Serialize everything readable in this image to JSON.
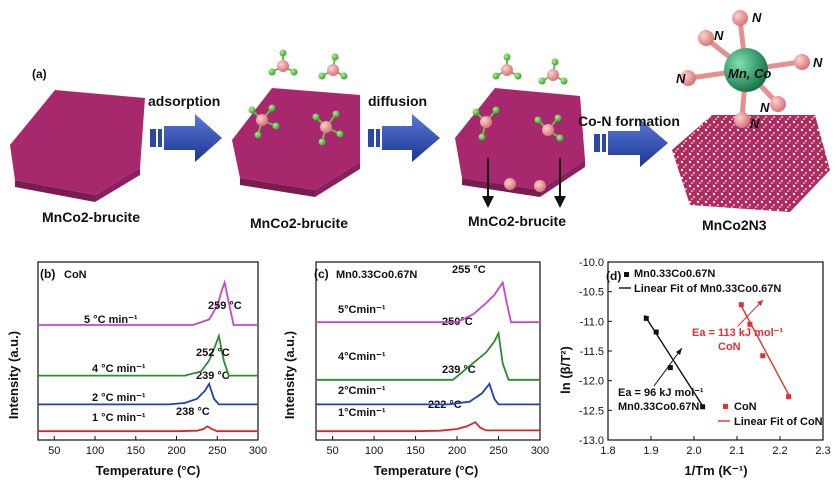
{
  "panel_a": {
    "label": "(a)",
    "steps": [
      "adsorption",
      "diffusion",
      "Co-N formation"
    ],
    "captions": [
      "MnCo2-brucite",
      "MnCo2-brucite",
      "MnCo2-brucite",
      "MnCo2N3"
    ],
    "complex_center": "Mn, Co",
    "ligand": "N",
    "colors": {
      "plate": "#a8286e",
      "plate_edge": "#7a1c50",
      "arrow": "#2a48a8",
      "atom_pink": "#e58f8f",
      "atom_green": "#52c23a",
      "center": "#1f8a5a"
    }
  },
  "chart_data": [
    {
      "type": "line",
      "panel": "(b)",
      "title": "CoN",
      "xlabel": "Temperature (°C)",
      "ylabel": "Intensity (a.u.)",
      "xlim": [
        30,
        300
      ],
      "xticks": [
        50,
        100,
        150,
        200,
        250,
        300
      ],
      "series": [
        {
          "name": "1 °C min⁻¹",
          "color": "#d62728",
          "peak": "238 °C",
          "x": [
            30,
            200,
            225,
            233,
            238,
            243,
            250,
            300
          ],
          "y": [
            0.02,
            0.02,
            0.04,
            0.1,
            0.2,
            0.1,
            0.02,
            0.02
          ]
        },
        {
          "name": "2 °C min⁻¹",
          "color": "#1f3fbf",
          "peak": "239 °C",
          "x": [
            30,
            190,
            210,
            225,
            235,
            240,
            246,
            252,
            300
          ],
          "y": [
            1.0,
            1.0,
            1.05,
            1.2,
            1.5,
            1.75,
            1.2,
            1.0,
            1.0
          ]
        },
        {
          "name": "4 °C min⁻¹",
          "color": "#2e8b2e",
          "peak": "252 °C",
          "x": [
            30,
            210,
            230,
            240,
            247,
            252,
            258,
            264,
            300
          ],
          "y": [
            2.05,
            2.05,
            2.2,
            2.6,
            3.1,
            3.5,
            2.6,
            2.05,
            2.05
          ]
        },
        {
          "name": "5 °C min⁻¹",
          "color": "#c845c8",
          "peak": "259 °C",
          "x": [
            30,
            220,
            240,
            250,
            255,
            259,
            265,
            270,
            300
          ],
          "y": [
            3.9,
            3.9,
            4.1,
            4.6,
            5.1,
            5.45,
            4.6,
            3.9,
            3.9
          ]
        }
      ]
    },
    {
      "type": "line",
      "panel": "(c)",
      "title": "Mn0.33Co0.67N",
      "xlabel": "Temperature (°C)",
      "ylabel": "Intensity (a.u.)",
      "xlim": [
        30,
        300
      ],
      "xticks": [
        50,
        100,
        150,
        200,
        250,
        300
      ],
      "series": [
        {
          "name": "1°Cmin⁻¹",
          "color": "#d62728",
          "peak": "222 °C",
          "x": [
            30,
            150,
            180,
            200,
            212,
            222,
            228,
            235,
            300
          ],
          "y": [
            0.02,
            0.02,
            0.04,
            0.1,
            0.2,
            0.35,
            0.15,
            0.05,
            0.05
          ]
        },
        {
          "name": "2°Cmin⁻¹",
          "color": "#1f3fbf",
          "peak": "239 °C",
          "x": [
            30,
            190,
            215,
            230,
            239,
            245,
            250,
            300
          ],
          "y": [
            1.0,
            1.0,
            1.1,
            1.4,
            1.75,
            1.2,
            1.0,
            1.0
          ]
        },
        {
          "name": "4°Cmin⁻¹",
          "color": "#2e8b2e",
          "peak": "250°C",
          "x": [
            30,
            195,
            215,
            235,
            245,
            250,
            255,
            262,
            300
          ],
          "y": [
            1.9,
            1.9,
            2.4,
            2.9,
            3.3,
            3.6,
            2.5,
            1.9,
            1.9
          ]
        },
        {
          "name": "5°Cmin⁻¹",
          "color": "#c845c8",
          "peak": "255 °C",
          "x": [
            30,
            200,
            220,
            235,
            245,
            255,
            260,
            265,
            300
          ],
          "y": [
            4.0,
            4.0,
            4.3,
            4.7,
            5.0,
            5.45,
            4.7,
            4.0,
            4.0
          ]
        }
      ]
    },
    {
      "type": "scatter",
      "panel": "(d)",
      "xlabel": "1/Tm (K⁻¹)",
      "ylabel": "ln (β/T²)",
      "xlim": [
        1.8,
        2.3
      ],
      "ylim": [
        -13.0,
        -10.0
      ],
      "xticks": [
        "1.8",
        "1.9",
        "2.0",
        "2.1",
        "2.2",
        "2.3"
      ],
      "yticks": [
        "-10.0",
        "-10.5",
        "-11.0",
        "-11.5",
        "-12.0",
        "-12.5",
        "-13.0"
      ],
      "series": [
        {
          "name": "Mn0.33Co0.67N",
          "fit_name": "Linear Fit of Mn0.33Co0.67N",
          "color": "#111111",
          "x": [
            1.889,
            1.912,
            1.945,
            2.02
          ],
          "y": [
            -10.95,
            -11.18,
            -11.78,
            -12.44
          ],
          "fit": [
            [
              1.885,
              -10.9
            ],
            [
              2.025,
              -12.48
            ]
          ]
        },
        {
          "name": "CoN",
          "fit_name": "Linear Fit of CoN",
          "color": "#e03030",
          "x": [
            2.11,
            2.13,
            2.16,
            2.22
          ],
          "y": [
            -10.72,
            -11.05,
            -11.58,
            -12.27
          ],
          "fit": [
            [
              2.107,
              -10.7
            ],
            [
              2.225,
              -12.3
            ]
          ]
        }
      ],
      "annotations": [
        {
          "text": "Ea = 96 kJ mol⁻¹",
          "text2": "Mn0.33Co0.67N",
          "color": "#111111"
        },
        {
          "text": "Ea = 113 kJ mol⁻¹",
          "text2": "CoN",
          "color": "#e03030"
        }
      ]
    }
  ]
}
